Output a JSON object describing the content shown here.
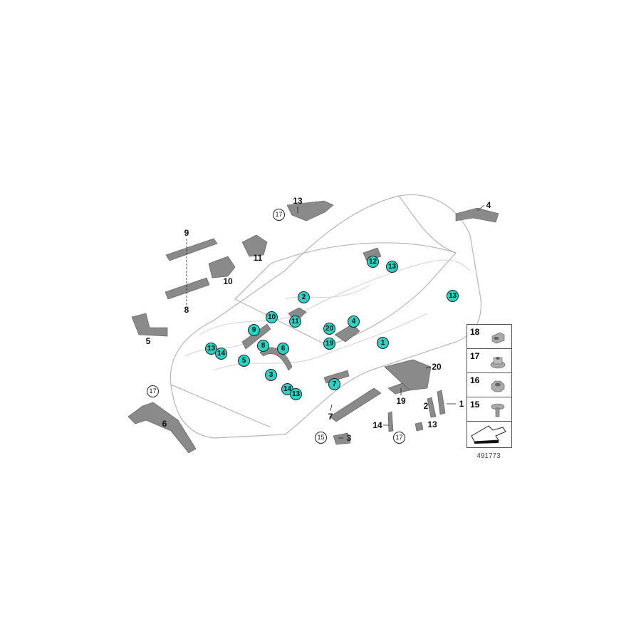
{
  "callouts": [
    "2",
    "10",
    "11",
    "9",
    "8",
    "6",
    "5",
    "13",
    "14",
    "3",
    "14",
    "13",
    "7",
    "20",
    "19",
    "4",
    "1",
    "12",
    "13",
    "13"
  ],
  "labels": [
    "13",
    "4",
    "9",
    "11",
    "10",
    "8",
    "5",
    "6",
    "20",
    "19",
    "1",
    "2",
    "14",
    "13",
    "3",
    "7"
  ],
  "circled_labels": [
    "17",
    "17",
    "17",
    "15"
  ],
  "legend": {
    "items": [
      {
        "number": "18",
        "icon": "clip-nut-icon"
      },
      {
        "number": "17",
        "icon": "collar-nut-icon"
      },
      {
        "number": "16",
        "icon": "hex-nut-icon"
      },
      {
        "number": "15",
        "icon": "screw-icon"
      }
    ],
    "arrow_icon": "direction-arrow-icon"
  },
  "image_number": "491773",
  "colors": {
    "callout": "#2fd1c2",
    "part": "#8a8a8a",
    "outline": "#bdbdbd"
  }
}
